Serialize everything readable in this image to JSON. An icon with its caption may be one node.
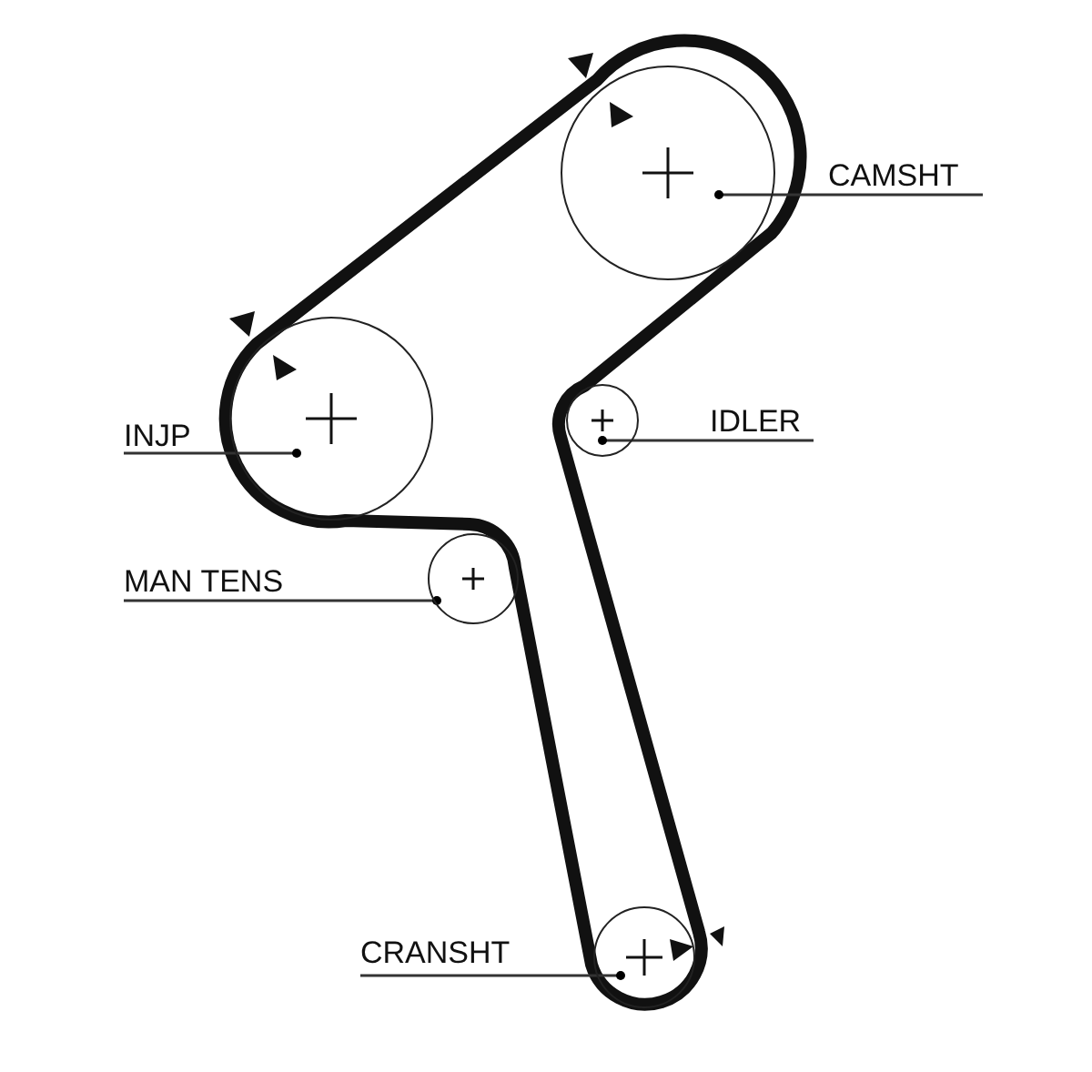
{
  "diagram": {
    "nodes": [
      {
        "text": [],
        "shape": "circle"
      },
      {
        "text": [
          "CAMSHT"
        ]
      },
      {
        "text": [
          "INJP"
        ]
      },
      {
        "text": [],
        "shape": "circle"
      },
      {
        "text": [],
        "shape": "circle"
      },
      {
        "text": [
          "IDLER"
        ]
      },
      {
        "text": [
          "MAN TENS"
        ]
      },
      {
        "text": [],
        "shape": "circle"
      },
      {
        "text": [
          "CRANSHT"
        ]
      },
      {
        "text": [],
        "shape": "circle"
      }
    ],
    "edges": [
      {
        "from": 1,
        "to": 0,
        "arrow": "other"
      },
      {
        "from": 2,
        "to": 3,
        "arrow": "other"
      },
      {
        "from": 5,
        "to": 4,
        "arrow": "other"
      },
      {
        "from": 6,
        "to": 7,
        "arrow": "other"
      },
      {
        "from": 8,
        "to": 9,
        "arrow": "other"
      }
    ]
  }
}
